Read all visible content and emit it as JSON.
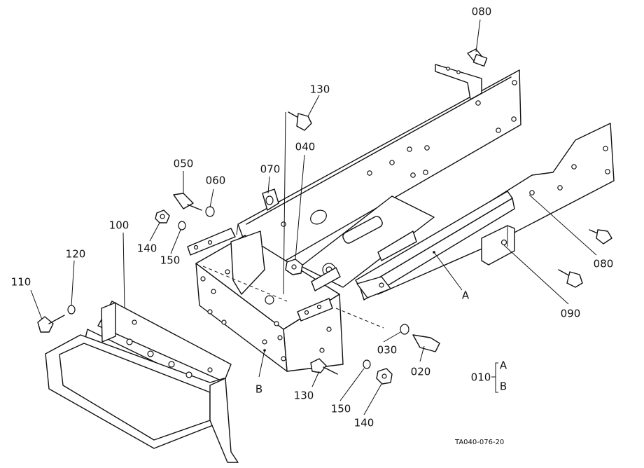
{
  "callouts": {
    "c080_top": "080",
    "c130_top": "130",
    "c040": "040",
    "c070": "070",
    "c050": "050",
    "c060": "060",
    "c100": "100",
    "c140_left": "140",
    "c150_left": "150",
    "c120": "120",
    "c110": "110",
    "c080_right": "080",
    "c090": "090",
    "cA": "A",
    "cB": "B",
    "c030": "030",
    "c020": "020",
    "c130_bottom": "130",
    "c150_bottom": "150",
    "c140_bottom": "140"
  },
  "legend": {
    "part": "010",
    "a": "A",
    "b": "B"
  },
  "drawing_id": "TA040-076-20"
}
